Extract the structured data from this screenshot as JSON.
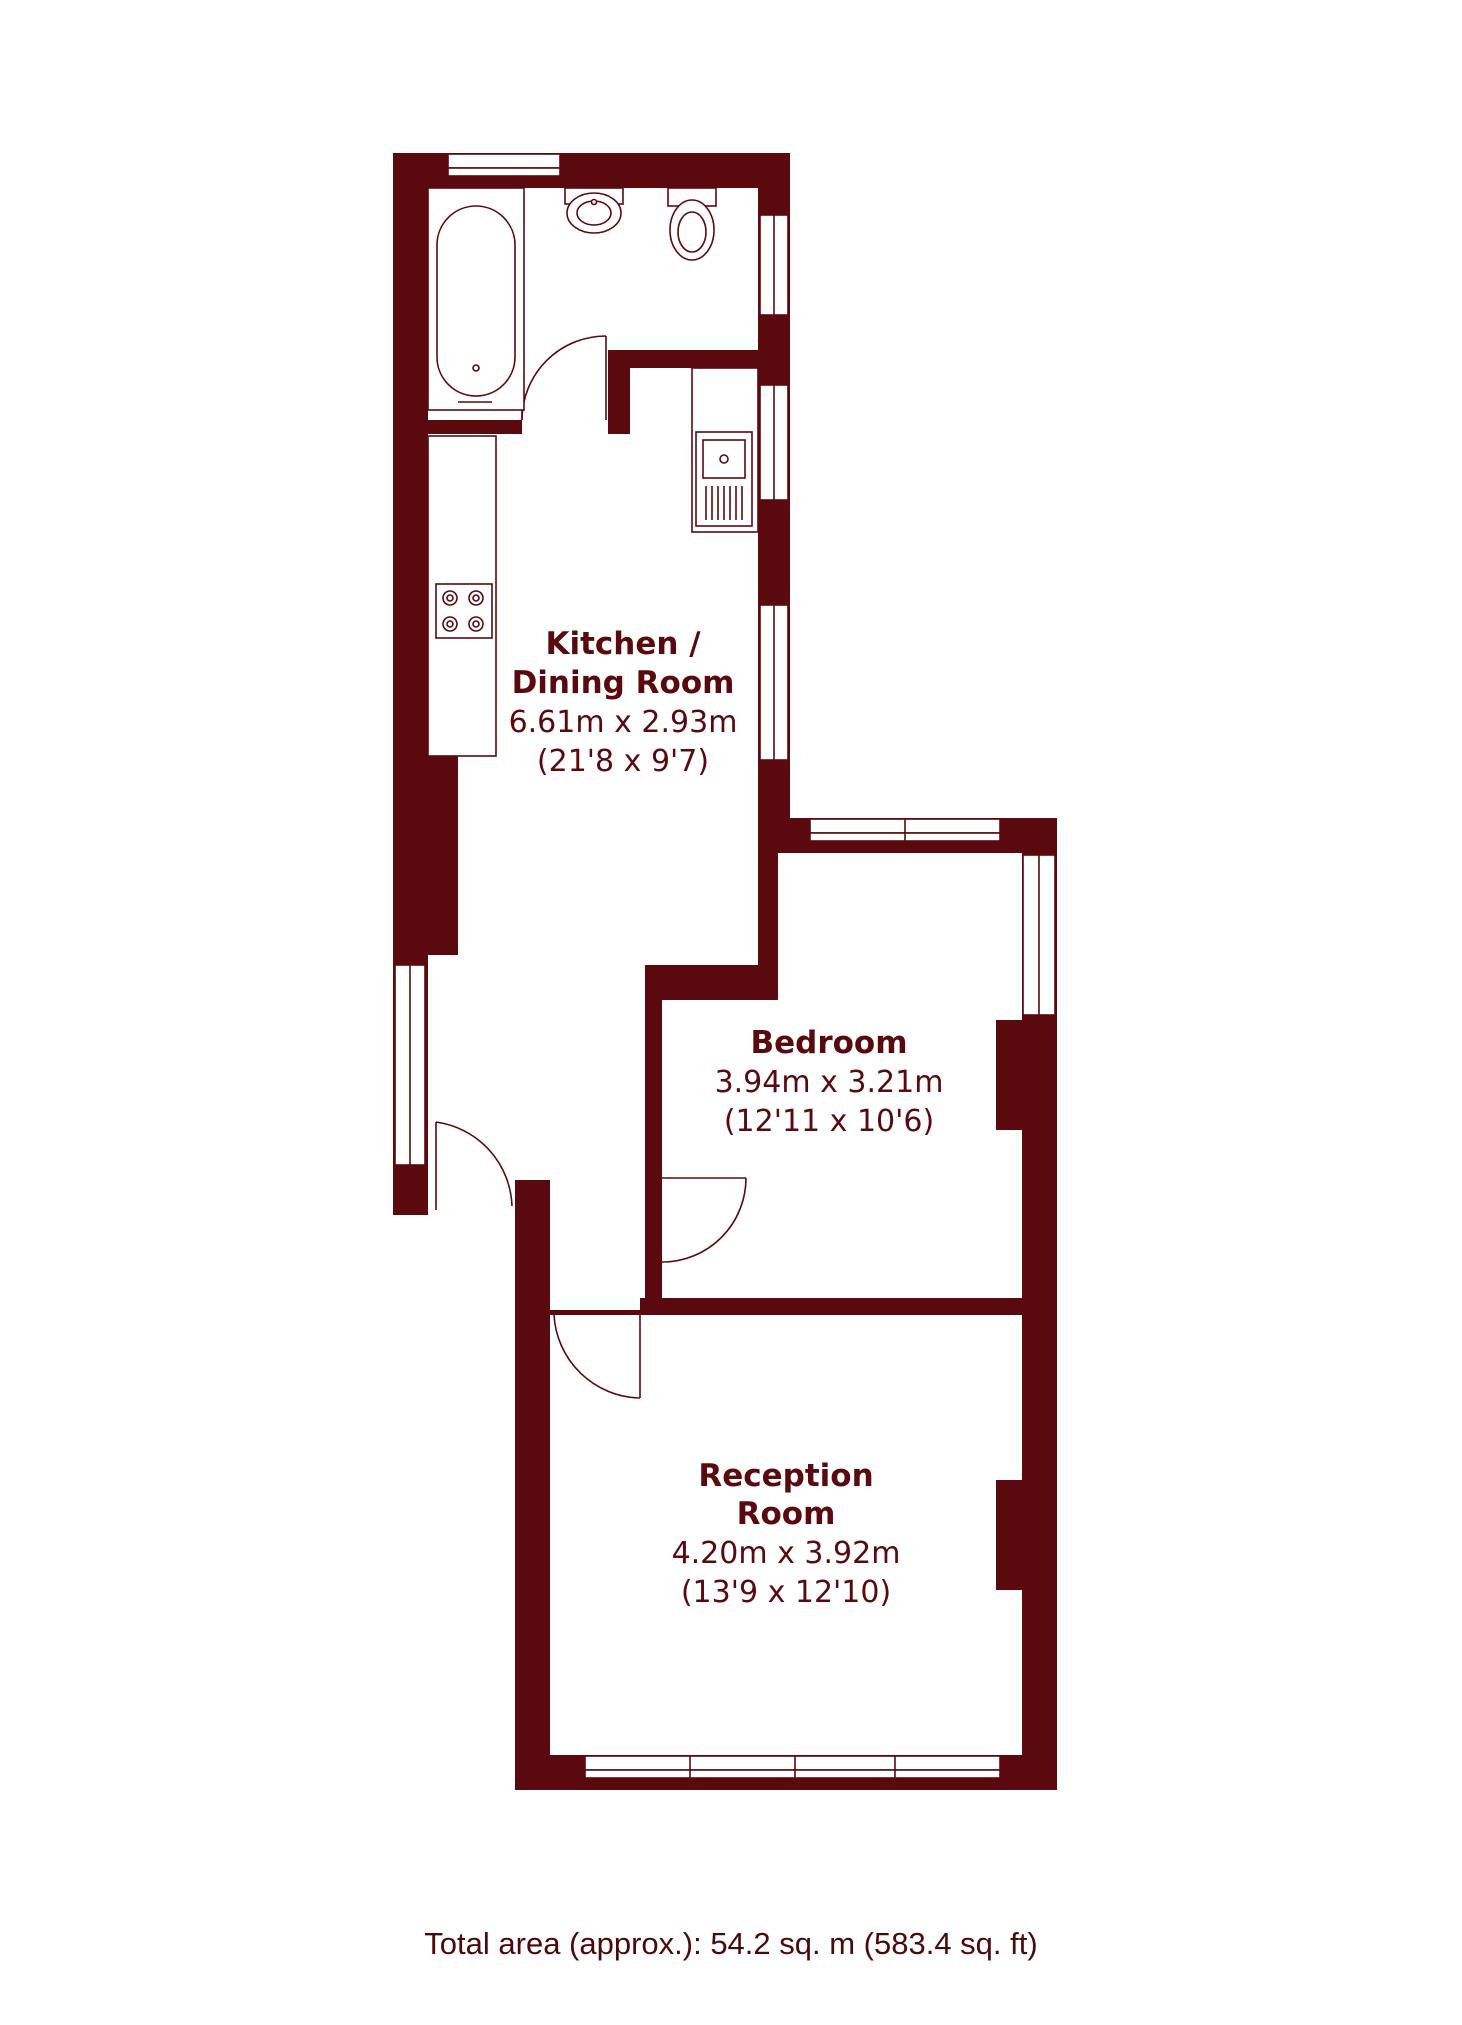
{
  "colors": {
    "wall": "#5a0a0e",
    "text": "#5a0a0e",
    "background": "#ffffff"
  },
  "rooms": [
    {
      "id": "kitchen",
      "name_line1": "Kitchen /",
      "name_line2": "Dining Room",
      "metric": "6.61m x 2.93m",
      "imperial": "(21'8 x 9'7)"
    },
    {
      "id": "bedroom",
      "name_line1": "Bedroom",
      "metric": "3.94m x 3.21m",
      "imperial": "(12'11 x 10'6)"
    },
    {
      "id": "reception",
      "name_line1": "Reception",
      "name_line2": "Room",
      "metric": "4.20m x 3.92m",
      "imperial": "(13'9 x 12'10)"
    }
  ],
  "fixtures": [
    "bathtub-icon",
    "basin-icon",
    "toilet-icon",
    "sink-icon",
    "hob-icon"
  ],
  "total_area": "Total area (approx.): 54.2 sq. m (583.4 sq. ft)"
}
